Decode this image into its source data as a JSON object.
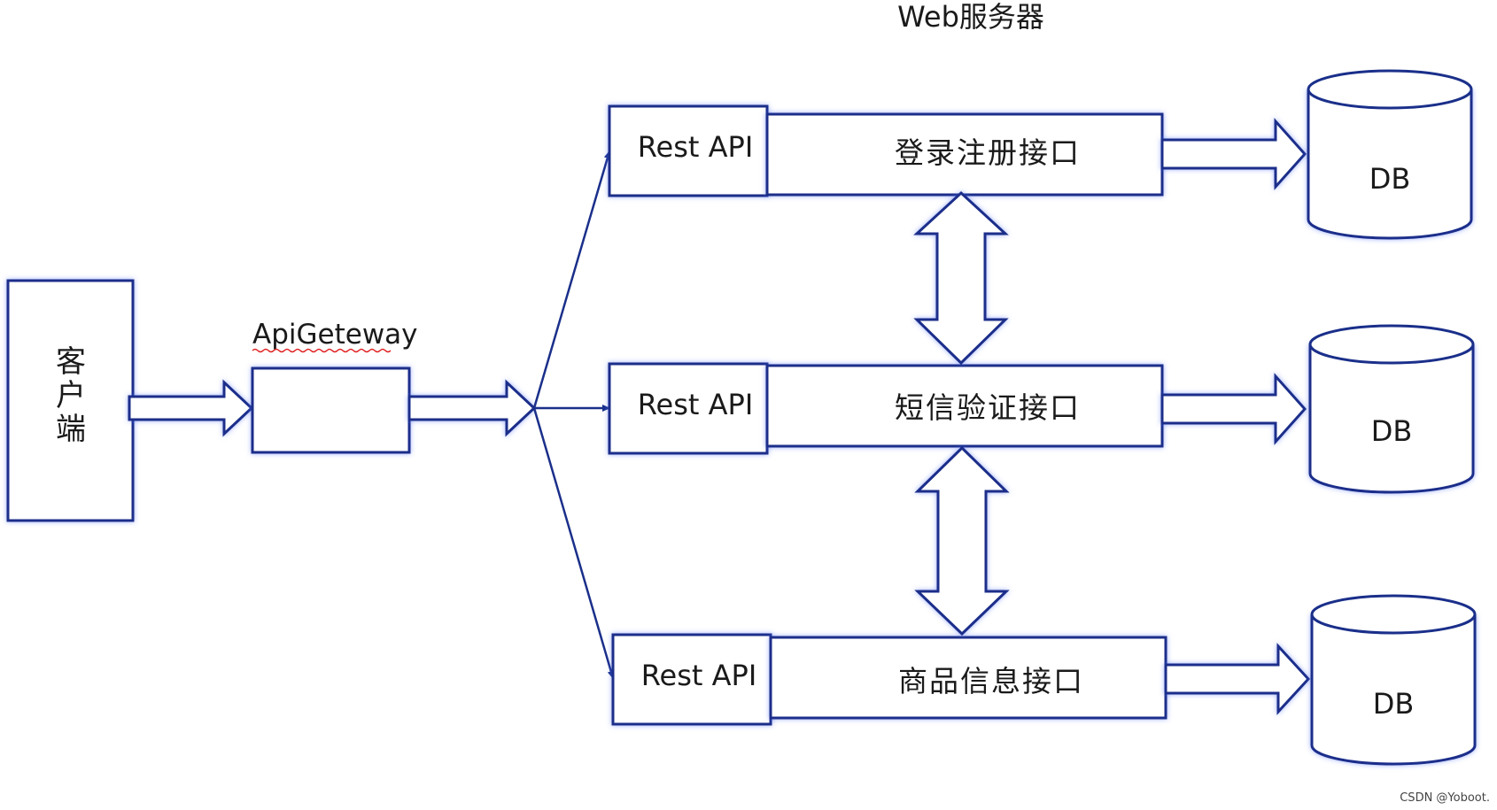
{
  "title": "Web服务器",
  "client": {
    "chars": [
      "客",
      "户",
      "端"
    ]
  },
  "gateway": {
    "label": "ApiGeteway"
  },
  "services": [
    {
      "api_label": "Rest API",
      "name": "登录注册接口",
      "db_label": "DB"
    },
    {
      "api_label": "Rest API",
      "name": "短信验证接口",
      "db_label": "DB"
    },
    {
      "api_label": "Rest API",
      "name": "商品信息接口",
      "db_label": "DB"
    }
  ],
  "watermark": "CSDN @Yoboot.",
  "colors": {
    "stroke": "#1a2f8a",
    "glow": "#4a6cff",
    "spellcheck_underline": "#e02020"
  }
}
